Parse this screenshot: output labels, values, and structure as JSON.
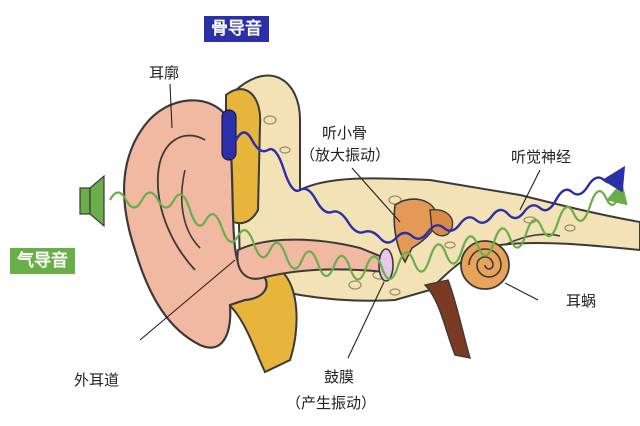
{
  "tags": {
    "bone_conduction": "骨导音",
    "air_conduction": "气导音"
  },
  "labels": {
    "auricle": "耳廓",
    "ossicles": "听小骨",
    "ossicles_note": "（放大振动）",
    "auditory_nerve": "听觉神经",
    "cochlea": "耳蜗",
    "ear_canal": "外耳道",
    "eardrum": "鼓膜",
    "eardrum_note": "（产生振动）"
  },
  "colors": {
    "bone_conduction": "#2b2fa8",
    "air_conduction": "#6aae4a",
    "skin": "#f2b9a2",
    "bone": "#f3e2b6",
    "tissue": "#e7b43c",
    "nerve": "#7a3a22"
  }
}
